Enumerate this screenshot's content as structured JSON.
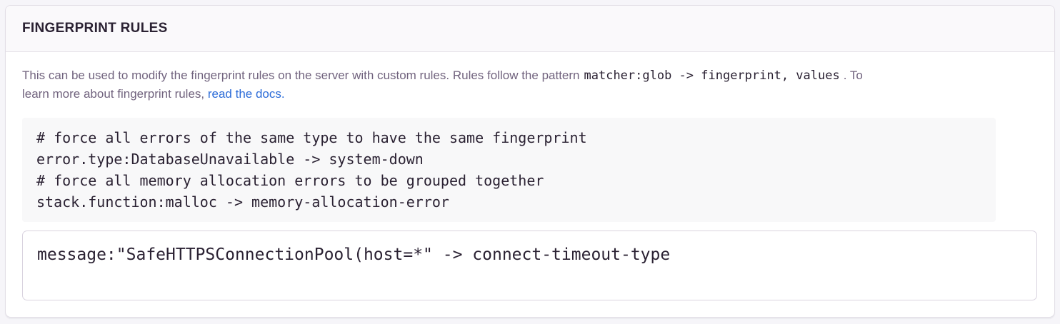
{
  "panel": {
    "title": "FINGERPRINT RULES",
    "description": {
      "text_before_code": "This can be used to modify the fingerprint rules on the server with custom rules. Rules follow the pattern",
      "inline_code": "matcher:glob -> fingerprint, values",
      "text_after_code": ". To",
      "text_line2": "learn more about fingerprint rules, ",
      "link_label": "read the docs."
    },
    "example_code": "# force all errors of the same type to have the same fingerprint\nerror.type:DatabaseUnavailable -> system-down\n# force all memory allocation errors to be grouped together\nstack.function:malloc -> memory-allocation-error",
    "rules_input": {
      "value": "message:\"SafeHTTPSConnectionPool(host=*\" -> connect-timeout-type"
    },
    "colors": {
      "link_blue": "#2C6CD8",
      "heading_text": "#2B2233",
      "body_text": "#71637E",
      "code_block_bg": "#F8F8F9",
      "panel_border": "#E2DEE6"
    }
  }
}
